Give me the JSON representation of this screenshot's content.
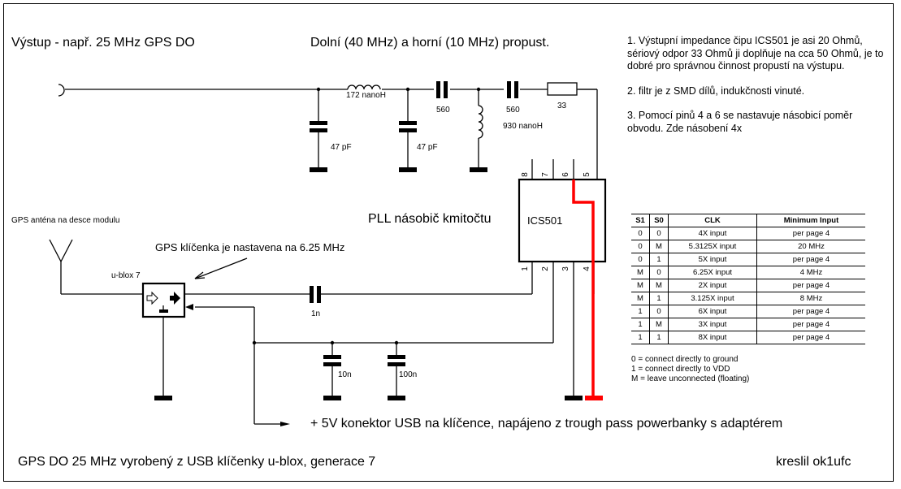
{
  "titles": {
    "output": "Výstup - např. 25 MHz GPS DO",
    "filter": "Dolní (40 MHz) a horní (10 MHz) propust.",
    "pll": "PLL násobič kmitočtu",
    "footer_left": "GPS DO 25 MHz vyrobený z USB klíčenky u-blox, generace 7",
    "footer_right": "kreslil ok1ufc"
  },
  "notes": [
    "1. Výstupní impedance čipu ICS501 je asi 20 Ohmů, sériový odpor 33 Ohmů ji doplňuje na cca 50 Ohmů, je to dobré pro správnou činnost propustí na výstupu.",
    "2. filtr je z SMD dílů, indukčnosti vinuté.",
    "3. Pomocí pinů 4 a 6 se nastavuje násobicí poměr obvodu. Zde násobení 4x"
  ],
  "components": {
    "c1": "47 pF",
    "c2": "47 pF",
    "l1": "172 nanoH",
    "c3": "560",
    "l2": "930 nanoH",
    "c4": "560",
    "r1": "33",
    "c_coupling": "1n",
    "c_dec1": "10n",
    "c_dec2": "100n",
    "chip": "ICS501",
    "module": "u-blox 7"
  },
  "chip_pins_top": [
    "8",
    "7",
    "6",
    "5"
  ],
  "chip_pins_bottom": [
    "1",
    "2",
    "3",
    "4"
  ],
  "labels": {
    "antenna": "GPS anténa na desce modulu",
    "dongle_freq": "GPS klíčenka je nastavena na 6.25 MHz",
    "power": "+ 5V konektor USB na klíčence, napájeno z trough pass powerbanky s adaptérem"
  },
  "table": {
    "headers": [
      "S1",
      "S0",
      "CLK",
      "Minimum Input"
    ],
    "rows": [
      [
        "0",
        "0",
        "4X input",
        "per page 4"
      ],
      [
        "0",
        "M",
        "5.3125X input",
        "20 MHz"
      ],
      [
        "0",
        "1",
        "5X input",
        "per page 4"
      ],
      [
        "M",
        "0",
        "6.25X input",
        "4 MHz"
      ],
      [
        "M",
        "M",
        "2X input",
        "per page 4"
      ],
      [
        "M",
        "1",
        "3.125X input",
        "8 MHz"
      ],
      [
        "1",
        "0",
        "6X input",
        "per page 4"
      ],
      [
        "1",
        "M",
        "3X input",
        "per page 4"
      ],
      [
        "1",
        "1",
        "8X input",
        "per page 4"
      ]
    ],
    "legend": [
      "0 = connect directly to ground",
      "1 = connect directly to VDD",
      "M = leave unconnected (floating)"
    ]
  },
  "colors": {
    "wire": "#000000",
    "highlight": "#ff0000"
  }
}
